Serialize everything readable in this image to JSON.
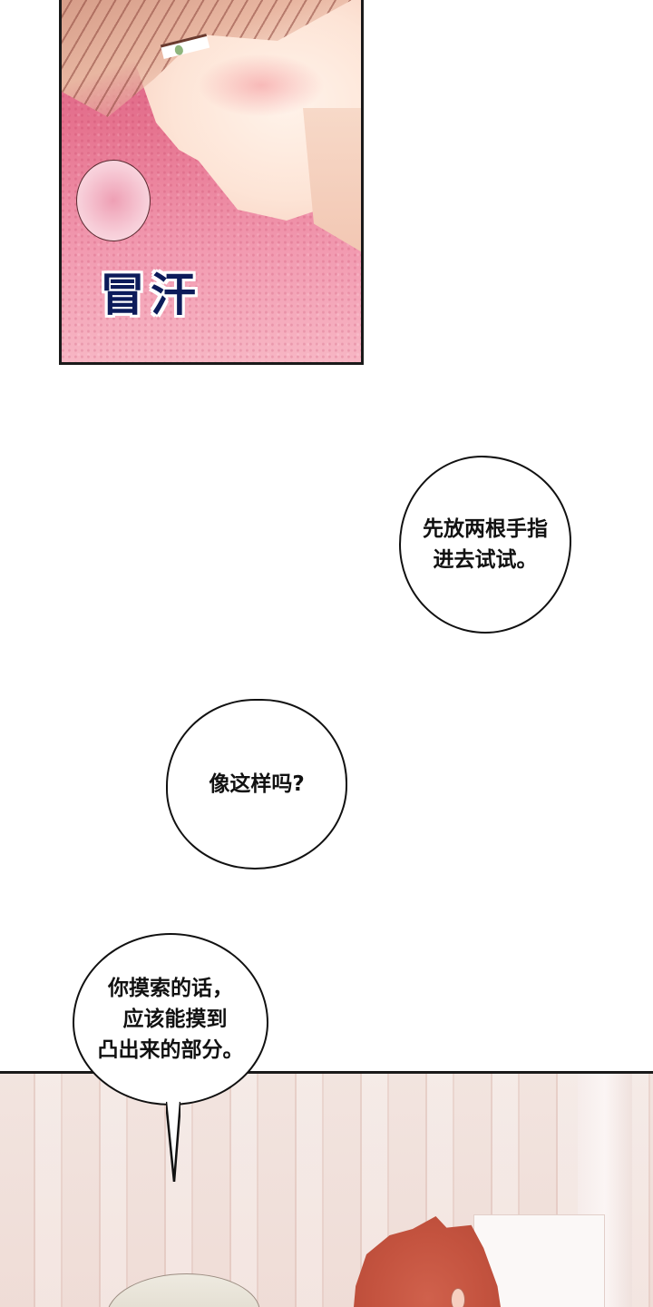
{
  "panels": [
    {
      "id": "panel-1",
      "description": "pink close-up of blushing character",
      "sfx_text": "冒汗",
      "colors": {
        "background": "#e6738f",
        "sfx": "#0c1b5a",
        "border": "#1a1a1a"
      }
    },
    {
      "id": "panel-2",
      "description": "room scene with red-haired and light-haired characters",
      "colors": {
        "background": "#f2e4df",
        "hair_red": "#c4533f",
        "hair_light": "#eeeae0"
      }
    }
  ],
  "bubbles": [
    {
      "id": "bubble-1",
      "lines": [
        "先放两根手指",
        "进去试试。"
      ]
    },
    {
      "id": "bubble-2",
      "lines": [
        "像这样吗?"
      ]
    },
    {
      "id": "bubble-3",
      "lines": [
        "你摸索的话，",
        "应该能摸到",
        "凸出来的部分。"
      ]
    }
  ]
}
